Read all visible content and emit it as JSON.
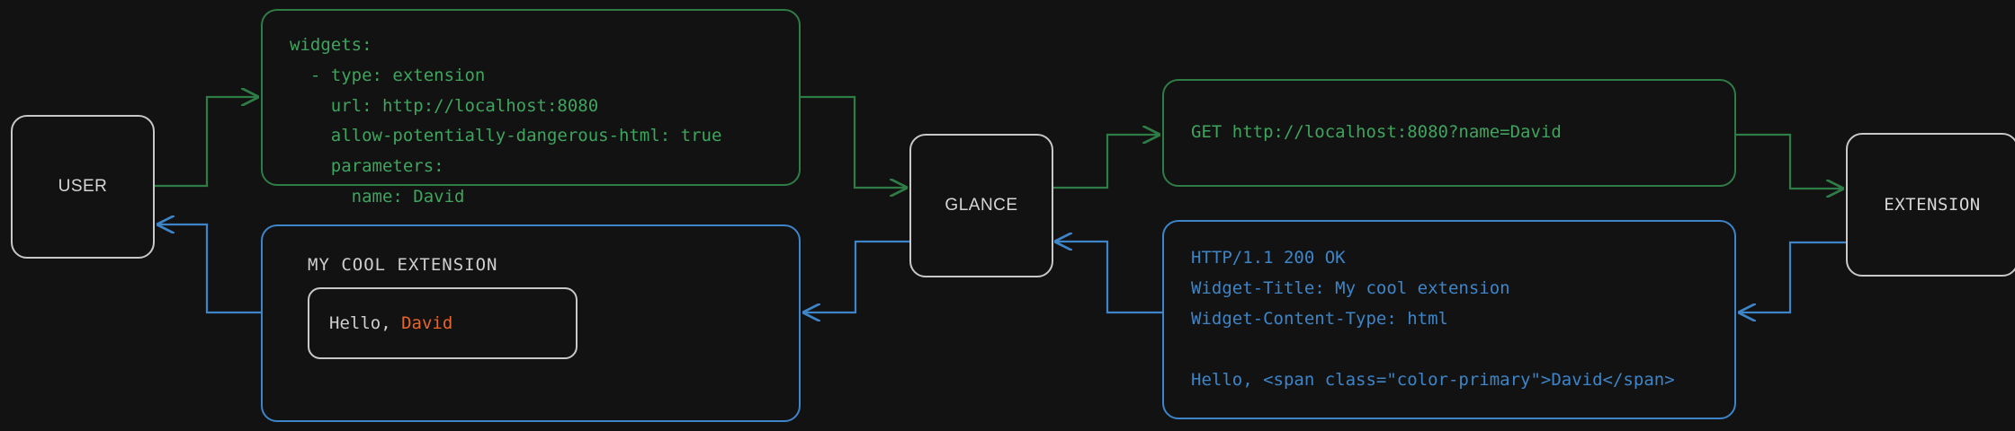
{
  "theme": {
    "background": "#121212",
    "node_border": "#c8c8c8",
    "node_text": "#d6d6d6",
    "green": "#3fa45e",
    "green_border": "#2f7d46",
    "blue": "#3d85c8",
    "accent_orange": "#e8652b",
    "widget_text": "#cfcfcf"
  },
  "nodes": {
    "user": {
      "label": "USER"
    },
    "glance": {
      "label": "GLANCE"
    },
    "extension": {
      "label": "EXTENSION"
    }
  },
  "messages": {
    "config_yaml": {
      "color": "green",
      "text": "widgets:\n  - type: extension\n    url: http://localhost:8080\n    allow-potentially-dangerous-html: true\n    parameters:\n      name: David"
    },
    "http_request": {
      "color": "green",
      "text": "GET http://localhost:8080?name=David"
    },
    "http_response": {
      "color": "blue",
      "text": "HTTP/1.1 200 OK\nWidget-Title: My cool extension\nWidget-Content-Type: html\n\nHello, <span class=\"color-primary\">David</span>"
    },
    "rendered_widget": {
      "color": "blue",
      "title": "MY COOL EXTENSION",
      "body_prefix": "Hello, ",
      "body_accent": "David"
    }
  },
  "flows": [
    {
      "name": "user-to-glance-config",
      "color": "green",
      "from": "user",
      "to": "glance",
      "via": "config_yaml"
    },
    {
      "name": "glance-to-extension-request",
      "color": "green",
      "from": "glance",
      "to": "extension",
      "via": "http_request"
    },
    {
      "name": "extension-to-glance-response",
      "color": "blue",
      "from": "extension",
      "to": "glance",
      "via": "http_response"
    },
    {
      "name": "glance-to-user-render",
      "color": "blue",
      "from": "glance",
      "to": "user",
      "via": "rendered_widget"
    }
  ]
}
